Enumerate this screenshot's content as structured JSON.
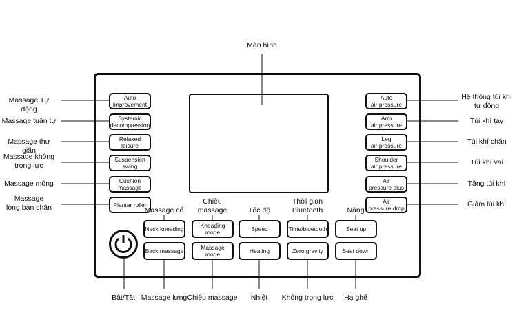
{
  "top_label": "Màn hình",
  "left_buttons": [
    {
      "button": "Auto\nimprovement",
      "label": "Massage Tự động"
    },
    {
      "button": "Systemic\ndecompression",
      "label": "Massage tuần tự"
    },
    {
      "button": "Relaxed leisure",
      "label": "Massage thư giãn"
    },
    {
      "button": "Suspension\nswing",
      "label": "Massage không\ntrọng lực"
    },
    {
      "button": "Cushion\nmassage",
      "label": "Massage mông"
    },
    {
      "button": "Plantar roller",
      "label": "Massage\nlòng bàn chân"
    }
  ],
  "right_buttons": [
    {
      "button": "Auto\nair pressure",
      "label": "Hệ thống túi khí\ntự động"
    },
    {
      "button": "Arm\nair pressure",
      "label": "Túi khí tay"
    },
    {
      "button": "Leg\nair pressure",
      "label": "Túi khí chân"
    },
    {
      "button": "Shoulder\nair pressure",
      "label": "Túi khí vai"
    },
    {
      "button": "Air\npressure plus",
      "label": "Tăng túi khí"
    },
    {
      "button": "Air\npressure drop",
      "label": "Giảm túi khí"
    }
  ],
  "top_row": [
    {
      "button": "Neck kneading",
      "label": "Massage cổ"
    },
    {
      "button": "Kneading mode",
      "label": "Chiều\nmassage"
    },
    {
      "button": "Speed",
      "label": "Tốc độ"
    },
    {
      "button": "Time/bluetooth",
      "label": "Thời gian\nBluetooth"
    },
    {
      "button": "Seat up",
      "label": "Nâng"
    }
  ],
  "bottom_row": [
    {
      "button": "Back massage",
      "label": "Massage lưng"
    },
    {
      "button": "Massage mode",
      "label": "Chiều massage"
    },
    {
      "button": "Heating",
      "label": "Nhiệt"
    },
    {
      "button": "Zero gravity",
      "label": "Không trọng lực"
    },
    {
      "button": "Seat down",
      "label": "Hạ ghế"
    }
  ],
  "power": {
    "label": "Bật/Tắt",
    "icon": "power-icon"
  },
  "colors": {
    "line": "#888888",
    "stroke": "#111111"
  }
}
